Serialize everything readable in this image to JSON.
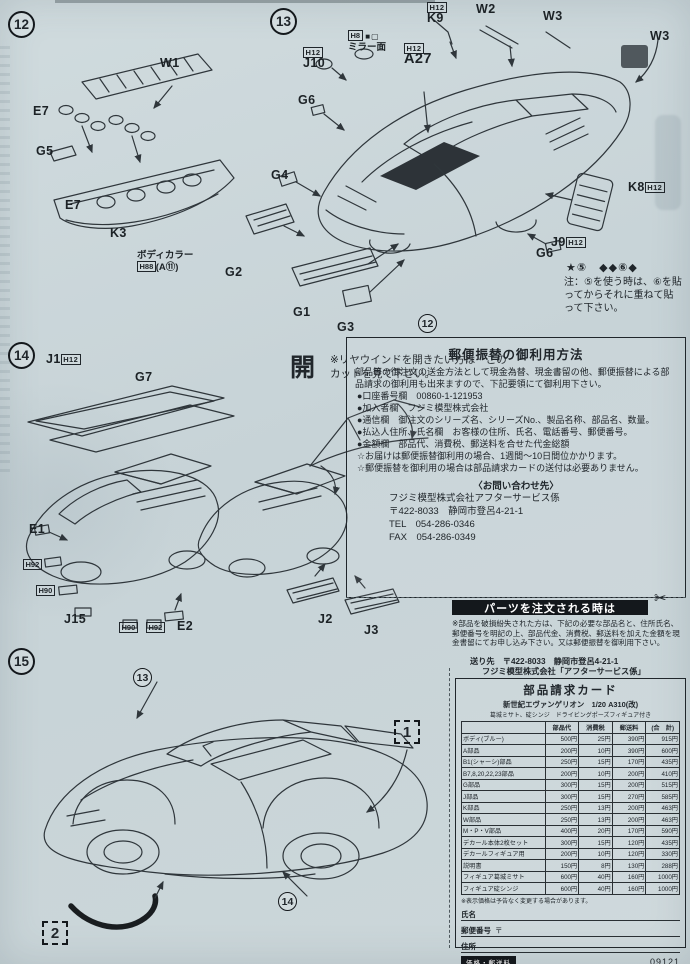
{
  "page": {
    "bg": "#ccd7da",
    "ink": "#2f363b"
  },
  "step12": {
    "number": "12",
    "labels": {
      "w1": "W1",
      "e7_top": "E7",
      "g5": "G5",
      "e7_bottom": "E7",
      "k3": "K3",
      "g2": "G2"
    },
    "body_color_label": "ボディカラー",
    "body_color_box": "H88",
    "body_color_paren": "(A⑪)"
  },
  "step13": {
    "number": "13",
    "labels": {
      "k9_box": "H12",
      "k9": "K9",
      "w2": "W2",
      "w3_top": "W3",
      "w3_right": "W3",
      "h8_box": "H8",
      "mirror_label": "ミラー面",
      "j10_box": "H12",
      "j10": "J10",
      "g6_left": "G6",
      "a27_box": "H12",
      "a27": "A27",
      "g4": "G4",
      "k8": "K8",
      "k8_box": "H12",
      "j9": "J9",
      "j9_box": "H12",
      "g6_right": "G6",
      "g1": "G1",
      "g3": "G3",
      "ref12": "12"
    },
    "mirror_icons": [
      "■",
      "▢"
    ],
    "symbol_row": "★⑤　◆◆⑥◆",
    "note": "注：⑤を使う時は、⑥を貼ってからそれに重ねて貼って下さい。"
  },
  "step14": {
    "number": "14",
    "labels": {
      "j1": "J1",
      "j1_box": "H12",
      "g7": "G7",
      "e1": "E1",
      "h92_left": "H92",
      "h90_left": "H90",
      "j15": "J15",
      "h90_mid": "H90",
      "h92_mid": "H92",
      "e2": "E2",
      "j2": "J2",
      "j3": "J3"
    },
    "open_char": "開",
    "note": "※リヤウインドを開きたい方は　このカットを見て下さい。"
  },
  "step15": {
    "number": "15",
    "ref13": "13",
    "ref14": "14",
    "box1": "1",
    "box2": "2"
  },
  "postal_box": {
    "title": "郵便振替の御利用方法",
    "intro": "部品等の御注文の送金方法として現金為替、現金書留の他、郵便振替による部品請求の御利用も出来ますので、下記要領にて御利用下さい。",
    "items": [
      "●口座番号欄　00860-1-121953",
      "●加入者欄　フジミ模型株式会社",
      "●通信欄　御注文のシリーズ名、シリーズNo.、製品名称、部品名、数量。",
      "●払込人住所、氏名欄　お客様の住所、氏名、電話番号、郵便番号。",
      "●金額欄　部品代、消費税、郵送料を合せた代金総額",
      "☆お届けは郵便振替御利用の場合、1週間〜10日間位かかります。",
      "☆郵便振替を御利用の場合は部品請求カードの送付は必要ありません。"
    ],
    "contact_heading": "〈お問い合わせ先〉",
    "contact_lines": [
      "フジミ模型株式会社アフターサービス係",
      "〒422-8033　静岡市登呂4-21-1",
      "TEL　054-286-0346",
      "FAX　054-286-0349"
    ]
  },
  "order_section": {
    "title": "パーツを注文される時は",
    "scissors": "✂",
    "body": "※部品を破損紛失された方は、下記の必要な部品名と、住所氏名、郵便番号を明記の上、部品代金、消費税、郵送料を加えた金額を現金書留にてお申し込み下さい。又は郵便振替を御利用下さい。",
    "send_to": "送り先　〒422-8033　静岡市登呂4-21-1",
    "company": "フジミ模型株式会社「アフターサービス係」"
  },
  "order_card": {
    "title": "部品請求カード",
    "subtitle1": "新世紀エヴァンゲリオン　1/20 A310(改)",
    "subtitle2": "葛城ミサト、碇シンジ　ドライビングポーズフィギュア付き",
    "col_headers": [
      "部品代",
      "消費税",
      "郵送料",
      "(合　計)"
    ],
    "rows": [
      [
        "ボディ(ブルー)",
        "500円",
        "25円",
        "390円",
        "915円"
      ],
      [
        "A部品",
        "200円",
        "10円",
        "390円",
        "600円"
      ],
      [
        "B1(シャーシ)部品",
        "250円",
        "15円",
        "170円",
        "435円"
      ],
      [
        "B7,8,20,22,23部品",
        "200円",
        "10円",
        "200円",
        "410円"
      ],
      [
        "G部品",
        "300円",
        "15円",
        "200円",
        "515円"
      ],
      [
        "J部品",
        "300円",
        "15円",
        "270円",
        "585円"
      ],
      [
        "K部品",
        "250円",
        "13円",
        "200円",
        "463円"
      ],
      [
        "W部品",
        "250円",
        "13円",
        "200円",
        "463円"
      ],
      [
        "M・P・V部品",
        "400円",
        "20円",
        "170円",
        "590円"
      ],
      [
        "デカール本体2枚セット",
        "300円",
        "15円",
        "120円",
        "435円"
      ],
      [
        "デカールフィギュア用",
        "200円",
        "10円",
        "120円",
        "330円"
      ],
      [
        "説明書",
        "150円",
        "8円",
        "130円",
        "288円"
      ],
      [
        "フィギュア葛城ミサト",
        "600円",
        "40円",
        "160円",
        "1000円"
      ],
      [
        "フィギュア碇シンジ",
        "600円",
        "40円",
        "160円",
        "1000円"
      ]
    ],
    "price_note": "※表示価格は予告なく変更する場合があります。",
    "field_name": "氏名",
    "field_postal": "郵便番号",
    "postal_mark": "〒",
    "field_address": "住所",
    "footer_mark": "価格・郵送料",
    "sheet_number": "09121"
  }
}
